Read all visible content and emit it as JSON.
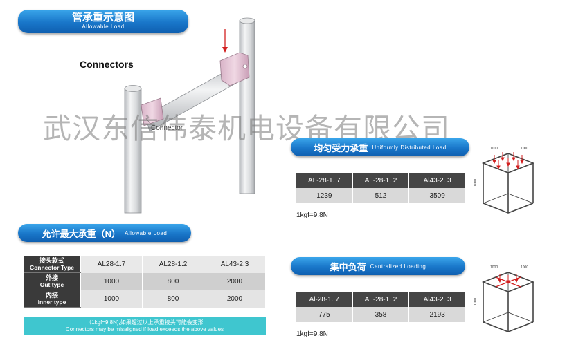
{
  "header": {
    "title_cn": "管承重示意图",
    "title_en": "Allowable Load"
  },
  "illustration": {
    "title": "Connectors",
    "callout": "Connector"
  },
  "watermark": "武汉东信伟泰机电设备有限公司",
  "allowable": {
    "title_cn": "允许最大承重（N）",
    "title_en": "Allowable Load",
    "table": {
      "header_cn": "接头款式",
      "header_en": "Connector Type",
      "columns": [
        "AL28-1.7",
        "AL28-1.2",
        "AL43-2.3"
      ],
      "rows": [
        {
          "label_cn": "外接",
          "label_en": "Out type",
          "values": [
            "1000",
            "800",
            "2000"
          ]
        },
        {
          "label_cn": "内接",
          "label_en": "Inner type",
          "values": [
            "1000",
            "800",
            "2000"
          ]
        }
      ]
    },
    "note_cn": "（1kgf=9.8N),如果超过以上承重接头可能会变形",
    "note_en": "Connectors may be misaligned if load exceeds the above values"
  },
  "uniform": {
    "title_cn": "均匀受力承重",
    "title_en": "Uniformly Distributed Load",
    "columns": [
      "AL-28-1. 7",
      "AL-28-1. 2",
      "Al43-2. 3"
    ],
    "values": [
      "1239",
      "512",
      "3509"
    ],
    "unit_note": "1kgf=9.8N",
    "dims": [
      "1000",
      "1000",
      "1000"
    ]
  },
  "centralized": {
    "title_cn": "集中负荷",
    "title_en": "Centralized Loading",
    "columns": [
      "Al-28-1. 7",
      "AL-28-1. 2",
      "Al43-2. 3"
    ],
    "values": [
      "775",
      "358",
      "2193"
    ],
    "unit_note": "1kgf=9.8N",
    "dims": [
      "1000",
      "1000",
      "1000"
    ]
  },
  "colors": {
    "accent": "#1976c9",
    "arrow": "#d21f1f",
    "note_bg": "#3fc6cf",
    "table_dark": "#3a3a3a"
  }
}
